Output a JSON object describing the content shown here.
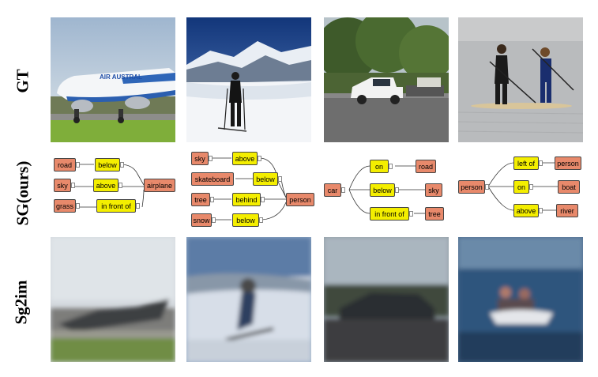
{
  "rows": {
    "gt": "GT",
    "sg": "SG(ours)",
    "sg2im": "Sg2im"
  },
  "gt_images": {
    "airplane_caption": "AIR AUSTRAL"
  },
  "scene_graphs": [
    {
      "objects": [
        "road",
        "sky",
        "grass",
        "airplane"
      ],
      "relations": [
        "below",
        "above",
        "in front of"
      ]
    },
    {
      "objects": [
        "sky",
        "skateboard",
        "tree",
        "snow",
        "person"
      ],
      "relations": [
        "above",
        "below",
        "behind",
        "below"
      ]
    },
    {
      "objects": [
        "car",
        "road",
        "sky",
        "tree"
      ],
      "relations": [
        "on",
        "below",
        "in front of"
      ]
    },
    {
      "objects": [
        "person",
        "person",
        "boat",
        "river"
      ],
      "relations": [
        "left of",
        "on",
        "above"
      ]
    }
  ],
  "colors": {
    "object_node": "#e8896b",
    "relation_node": "#f4ee00"
  }
}
